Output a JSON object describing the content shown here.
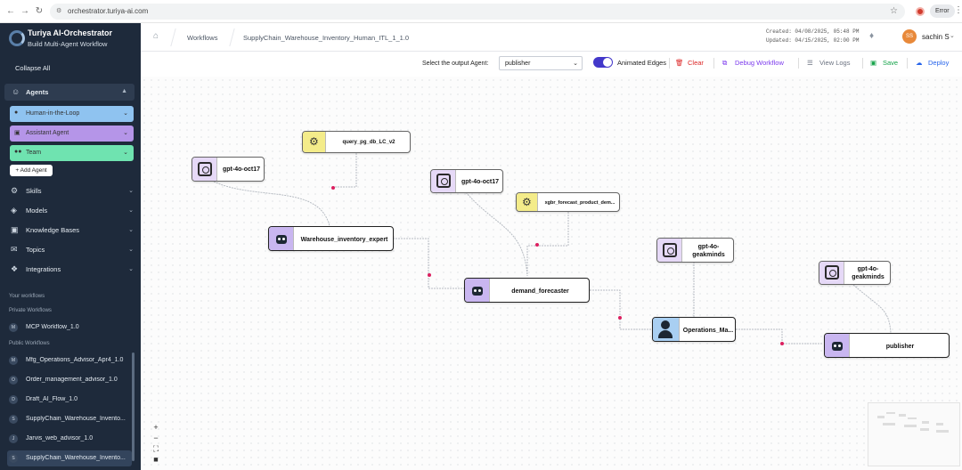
{
  "browser": {
    "url": "orchestrator.turiya-ai.com",
    "error_label": "Error"
  },
  "sidebar": {
    "app_title": "Turiya AI-Orchestrator",
    "app_subtitle": "Build Multi-Agent Workflow",
    "collapse_all": "Collapse All",
    "agents_label": "Agents",
    "agent_types": [
      {
        "label": "Human-in-the-Loop",
        "color": "#8fc3f0"
      },
      {
        "label": "Assistant Agent",
        "color": "#b595e8"
      },
      {
        "label": "Team",
        "color": "#6fe3b0"
      }
    ],
    "add_agent": "+ Add Agent",
    "sections": [
      "Skills",
      "Models",
      "Knowledge Bases",
      "Topics",
      "Integrations"
    ],
    "your_workflows": "Your workflows",
    "private_workflows": "Private Workflows",
    "public_workflows": "Public Workflows",
    "private_items": [
      {
        "badge": "M",
        "label": "MCP Workflow_1.0"
      }
    ],
    "public_items": [
      {
        "badge": "M",
        "label": "Mfg_Operations_Advisor_Apr4_1.0"
      },
      {
        "badge": "O",
        "label": "Order_management_advisor_1.0"
      },
      {
        "badge": "D",
        "label": "Draft_AI_Flow_1.0"
      },
      {
        "badge": "S",
        "label": "SupplyChain_Warehouse_Invento..."
      },
      {
        "badge": "J",
        "label": "Jarvis_web_advisor_1.0"
      },
      {
        "badge": "S",
        "label": "SupplyChain_Warehouse_Invento..."
      }
    ]
  },
  "header": {
    "crumb_workflows": "Workflows",
    "crumb_current": "SupplyChain_Warehouse_Inventory_Human_ITL_1_1.0",
    "created": "Created:   04/08/2025, 05:48 PM",
    "updated": "Updated:   04/15/2025, 02:00 PM",
    "avatar_initials": "SS",
    "user_name": "sachin S"
  },
  "toolbar": {
    "output_label": "Select the output Agent:",
    "output_value": "publisher",
    "animated_edges": "Animated Edges",
    "animated_edges_on": true,
    "clear": "Clear",
    "debug": "Debug Workflow",
    "view_logs": "View Logs",
    "save": "Save",
    "deploy": "Deploy"
  },
  "canvas": {
    "nodes": {
      "model1": "gpt-4o-oct17",
      "skill1": "query_pg_db_LC_v2",
      "warehouse": "Warehouse_inventory_expert",
      "model2": "gpt-4o-oct17",
      "skill2": "xgbr_forecast_product_dem...",
      "forecaster": "demand_forecaster",
      "model3": "gpt-4o-\ngeakminds",
      "ops": "Operations_Ma...",
      "model4": "gpt-4o-\ngeakminds",
      "publisher": "publisher"
    }
  },
  "colors": {
    "assistant_icon_bg": "#c9b6f0",
    "model_icon_bg": "#e6d9f7",
    "skill_icon_bg": "#f4ec8a",
    "human_icon_bg": "#a9cff2",
    "edge_handle": "#dc1f5f",
    "clear_red": "#dc2626",
    "debug_purple": "#7c3aed",
    "save_green": "#16a34a",
    "deploy_blue": "#2563eb"
  }
}
